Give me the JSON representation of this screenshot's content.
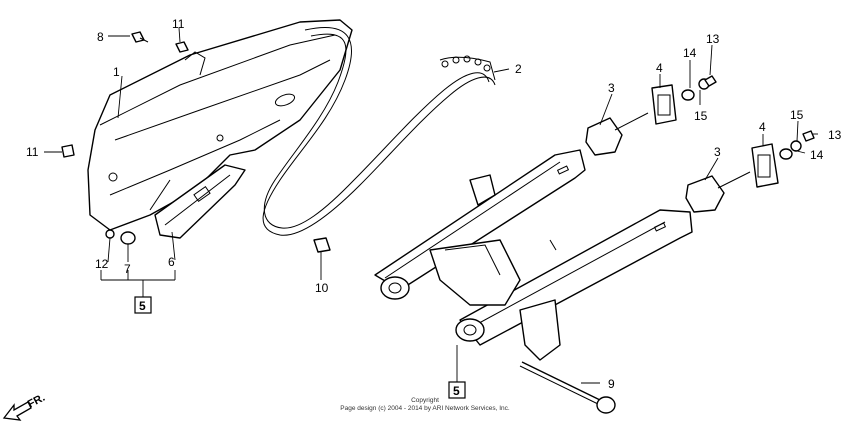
{
  "callouts": {
    "c1": "1",
    "c2": "2",
    "c3a": "3",
    "c3b": "3",
    "c4a": "4",
    "c4b": "4",
    "c5a": "5",
    "c5b": "5",
    "c6": "6",
    "c7": "7",
    "c8": "8",
    "c9": "9",
    "c10": "10",
    "c11a": "11",
    "c11b": "11",
    "c12": "12",
    "c13a": "13",
    "c13b": "13",
    "c14a": "14",
    "c14b": "14",
    "c15a": "15",
    "c15b": "15"
  },
  "copyright": {
    "line1": "Copyright",
    "line2": "Page design (c) 2004 - 2014 by ARI Network Services, Inc."
  },
  "direction": {
    "label": "FR."
  }
}
